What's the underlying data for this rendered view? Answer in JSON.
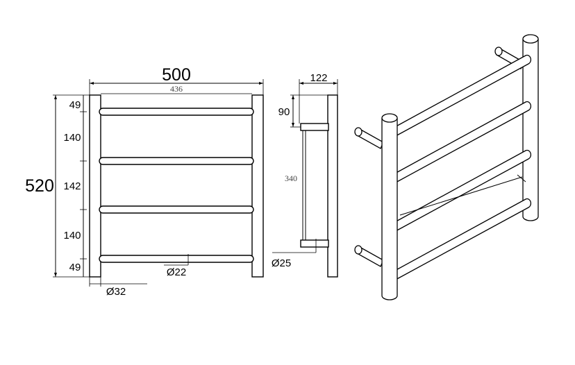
{
  "labels": {
    "overall_width": "500",
    "inner_width": "436",
    "overall_height": "520",
    "spacing_top": "49",
    "spacing_1": "140",
    "spacing_2": "142",
    "spacing_3": "140",
    "spacing_bottom": "49",
    "bar_diameter": "Ø22",
    "post_diameter": "Ø32",
    "side_depth": "122",
    "side_offset": "90",
    "side_height": "340",
    "side_bar_diameter": "Ø25"
  }
}
